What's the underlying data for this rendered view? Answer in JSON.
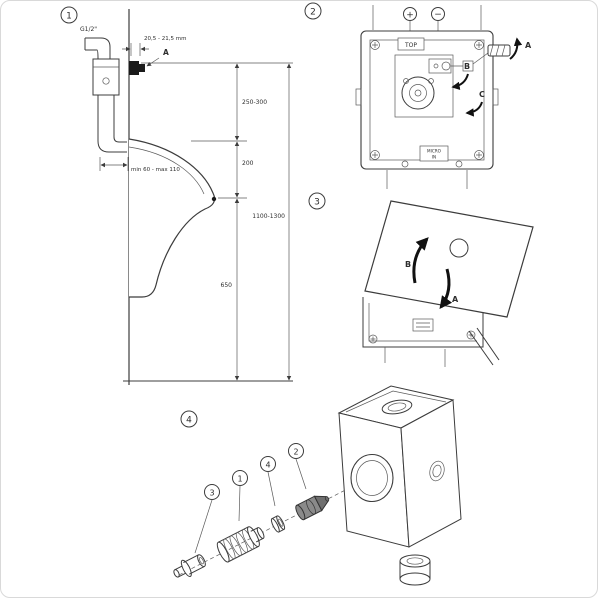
{
  "page": {
    "title": "urinal-flush-valve-installation-diagram",
    "line_color": "#3c3c3c",
    "accent_black": "#111111"
  },
  "panel1": {
    "number": "1",
    "thread_label": "G1/2\"",
    "gap_dim": "20,5 - 21,5 mm",
    "point_a": "A",
    "dim_upper": "250-300",
    "dim_mid": "200",
    "dim_depth": "min 60 - max 110",
    "dim_total": "1100-1300",
    "dim_lower": "650"
  },
  "panel2": {
    "number": "2",
    "plus": "+",
    "minus": "−",
    "top_label": "TOP",
    "arrow_a": "A",
    "arrow_b": "B",
    "arrow_c": "C",
    "micro_line1": "MICRO",
    "micro_line2": "IN"
  },
  "panel3": {
    "number": "3",
    "arrow_a": "A",
    "arrow_b": "B"
  },
  "panel4": {
    "number": "4",
    "part_1": "1",
    "part_2": "2",
    "part_3": "3",
    "part_4": "4"
  }
}
